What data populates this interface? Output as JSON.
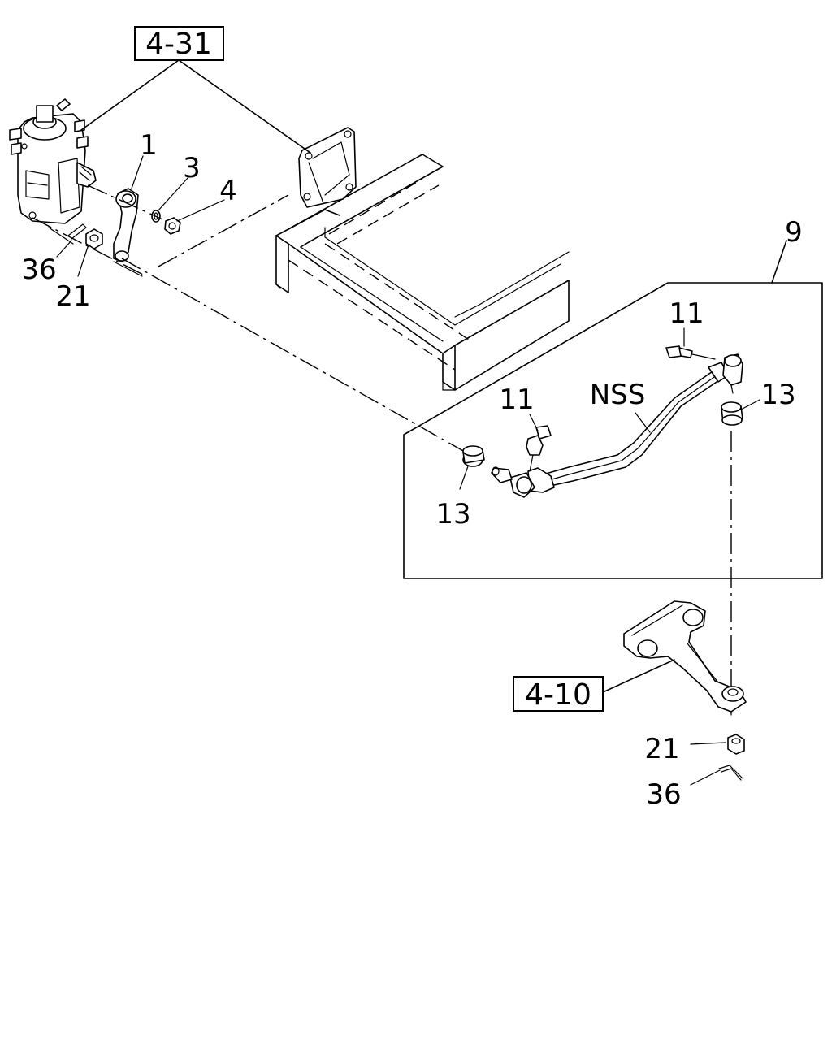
{
  "diagram": {
    "ref_boxes": [
      {
        "id": "ref-4-31",
        "text": "4-31"
      },
      {
        "id": "ref-4-10",
        "text": "4-10"
      }
    ],
    "callouts": {
      "c1": "1",
      "c3": "3",
      "c4": "4",
      "c36a": "36",
      "c21a": "21",
      "c9": "9",
      "c11a": "11",
      "c11b": "11",
      "cnss": "NSS",
      "c13a": "13",
      "c13b": "13",
      "c21b": "21",
      "c36b": "36"
    }
  }
}
